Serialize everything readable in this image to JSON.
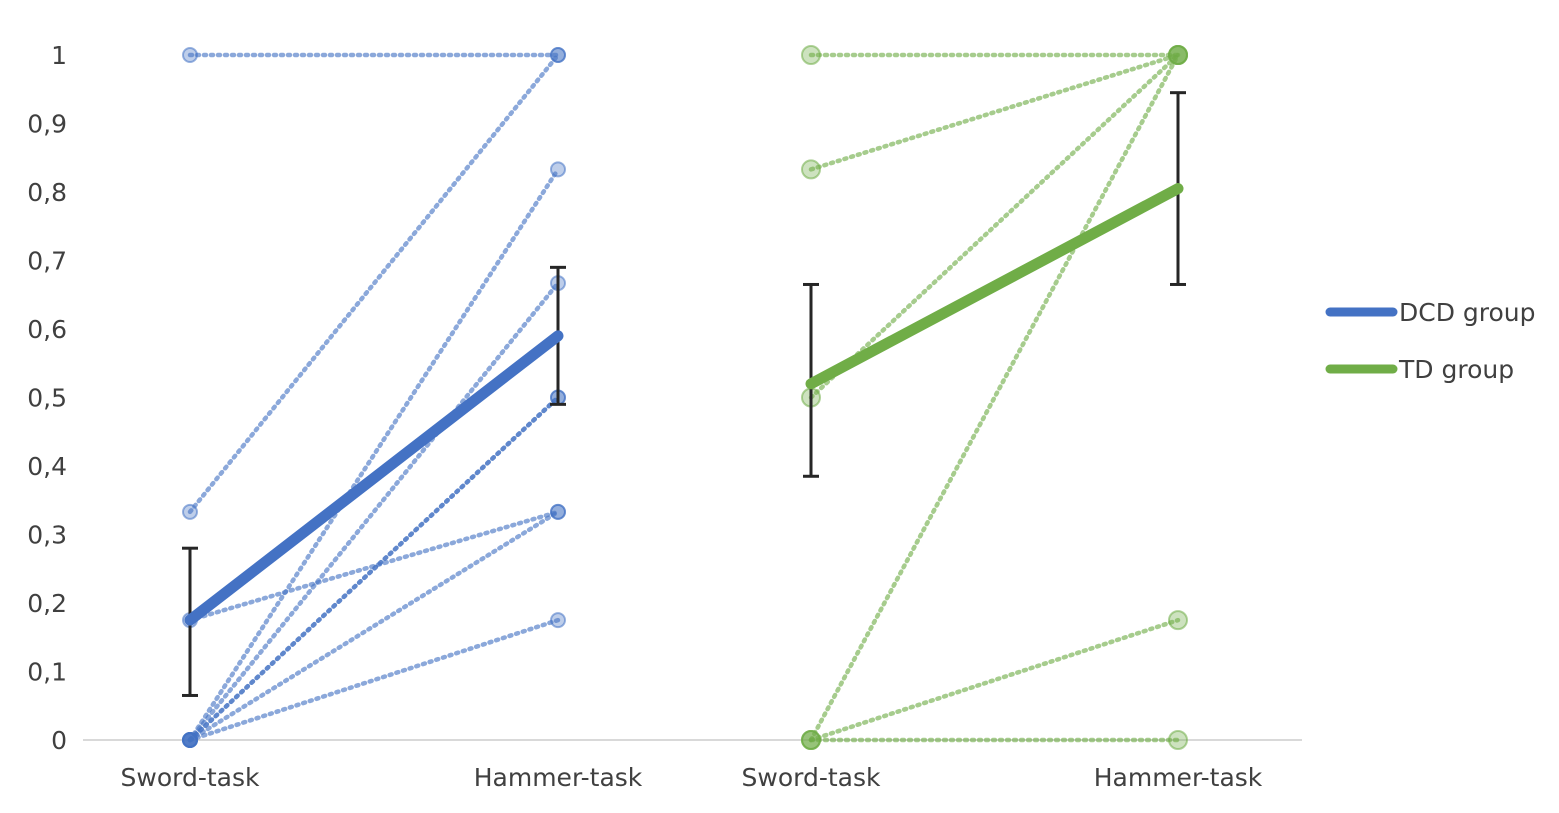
{
  "chart_data": {
    "type": "line",
    "ylim": [
      0,
      1
    ],
    "yticks": [
      "0",
      "0,1",
      "0,2",
      "0,3",
      "0,4",
      "0,5",
      "0,6",
      "0,7",
      "0,8",
      "0,9",
      "1"
    ],
    "categories": [
      "Sword-task",
      "Hammer-task",
      "Sword-task",
      "Hammer-task"
    ],
    "legend": {
      "position": "right"
    },
    "colors": {
      "dcd": "#4472C4",
      "td": "#70AD47",
      "error": "#262626"
    },
    "series": [
      {
        "name": "DCD group",
        "panel": 0,
        "mean": [
          0.175,
          0.59
        ],
        "error": [
          [
            0.065,
            0.28
          ],
          [
            0.49,
            0.69
          ]
        ],
        "individuals": [
          [
            1.0,
            1.0
          ],
          [
            0.333,
            1.0
          ],
          [
            0.0,
            0.833
          ],
          [
            0.0,
            0.667
          ],
          [
            0.0,
            0.5
          ],
          [
            0.0,
            0.5
          ],
          [
            0.175,
            0.333
          ],
          [
            0.0,
            0.333
          ],
          [
            0.0,
            0.175
          ]
        ]
      },
      {
        "name": "TD group",
        "panel": 1,
        "mean": [
          0.52,
          0.805
        ],
        "error": [
          [
            0.385,
            0.665
          ],
          [
            0.665,
            0.945
          ]
        ],
        "individuals": [
          [
            1.0,
            1.0
          ],
          [
            0.833,
            1.0
          ],
          [
            0.5,
            1.0
          ],
          [
            0.0,
            1.0
          ],
          [
            0.0,
            0.175
          ],
          [
            0.0,
            0.0
          ]
        ]
      }
    ]
  }
}
